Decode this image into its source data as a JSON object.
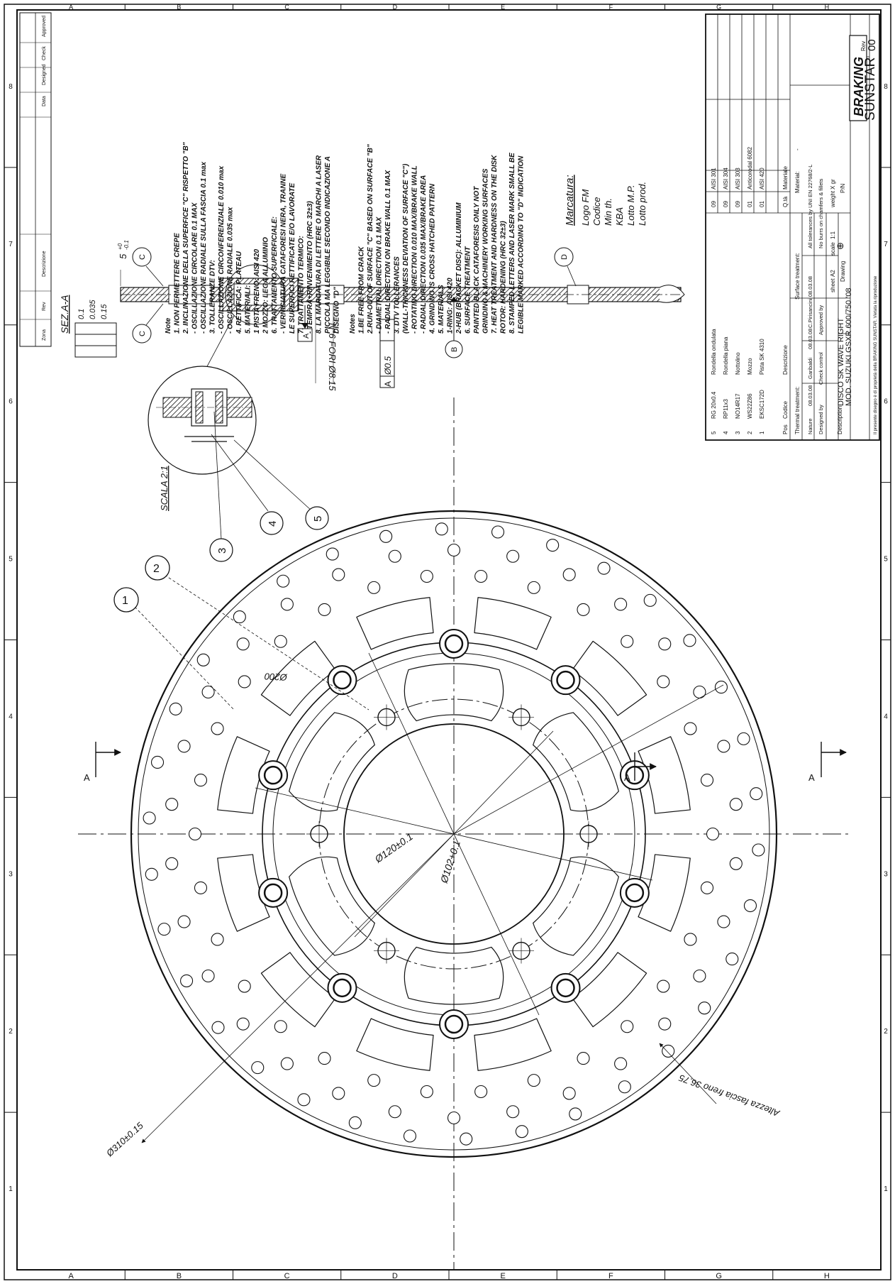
{
  "sheet": {
    "grid_letters": [
      "A",
      "B",
      "C",
      "D",
      "E",
      "F",
      "G",
      "H"
    ],
    "grid_numbers": [
      "1",
      "2",
      "3",
      "4",
      "5",
      "6",
      "7",
      "8"
    ]
  },
  "section": {
    "title": "SEZ.A-A",
    "scale_label": "SCALA 2:1",
    "holes_label": "N°6 FORI Ø8.15",
    "position_tolerance": "Ø0.5",
    "datum_a": "A",
    "datum_b": "B",
    "marker_c": "C",
    "marker_d": "D",
    "thickness": "5",
    "thickness_tol_upper": "+0",
    "thickness_tol_lower": "-0.1",
    "flatness": "0.1",
    "parallelism": "0.035",
    "runout": "0.15",
    "cut_label": "A"
  },
  "balloons": [
    "1",
    "2",
    "3",
    "4",
    "5"
  ],
  "dimensions": {
    "d_outer": "Ø310±0.15",
    "d_200": "Ø200",
    "d_120": "Ø120±0.1",
    "d_102": "Ø102+0.1",
    "brake_band": "Altezza fascia freno 36.75"
  },
  "marking": {
    "title": "Marcatura:",
    "lines": [
      "Logo FM",
      "Codice",
      "Min th.",
      "KBA",
      "Lotto M.P.",
      "Lotto prod."
    ]
  },
  "notes_it": [
    "Note",
    "1. NON PERMETTERE CREPE",
    "2. INCLINAZIONE DELLA SUPERFICE \"C\" RISPETTO \"B\"",
    "   - OSCILLAZIONE CIRCOLARE 0.1 MAX",
    "   - OSCILLAZIONE RADIALE SULLA FASCIA 0.1 max",
    "3. TOLLERANZE DTV:",
    "   - OSCILLAZIONE CIRCONFERENZIALE 0.010 max",
    "   - OSCILLAZIONE RADIALE 0.035 max",
    "4. RETTIFICA: PLATEAU",
    "5. MATERIALI:",
    "   1 PISTA FRENO: AISI 420",
    "   2 MOZZO: LEGA ALLUMINIO",
    "6. TRATTAMENTO SUPERFICIALE:",
    "   - VERNICIATURA CATAFORESI NERA, TRANNE",
    "     LE SUPERFICI RETTIFICATE E/O LAVORATE",
    "7. TRATTAMENTO TERMICO:",
    "   - TEMPRA+RINVENIMENTO (HRC 32±3)",
    "8. LA MARCATURA DI LETTERE O MARCHI A LASER",
    "   PICCOLA MA LEGGIBILE SECONDO INDICAZIONE A",
    "   DISEGNO \"D\""
  ],
  "notes_en": [
    "Notes",
    "1.BE FREE FROM CRACK",
    "2.RUN-OUT OF SURFACE \"C\" BASED ON SURFACE \"B\"",
    "   - DIAMETRAL DIRECTION 0.1 MAX",
    "   - RADIAL DIRECTION ON BRAKE WALL 0.1 MAX",
    "3. DTV TOLLERANCES",
    "   (WALL-THICKNESS DEVIATION OF SURFACE \"C\")",
    "   - ROTATING DIRECTION 0.010 MAX/BRAKE WALL",
    "   - RADIAL DIRECTION 0.035 MAX/BRAKE AREA",
    "4. GRINDING IS CROSS HATCHED PATTERN",
    "5. MATERIALS",
    "   1-RING: AISI 420",
    "   2-HUB (BRACKET DISC): ALLUMINIUM",
    "6. SURFACE TREATMENT",
    "   PAINTED BLACK CATAFORESIS ONLY NOT",
    "   GRINDING & MACHINERY WORKING SURFACES",
    "7. HEAT TREATMENT AND HARDNESS ON THE DISK",
    "   ROTOR: HARDENING (HRC 32±3)",
    "8. STAMPED LETTERS AND LASER MARK SMALL BE",
    "   LEGIBLE MARKED ACCORDING TO \"D\" INDICATION"
  ],
  "revision_header": [
    "Zona",
    "Rev",
    "Descrizione",
    "Data",
    "Designed",
    "Check",
    "Approved"
  ],
  "title_block": {
    "bom": [
      {
        "pos": "5",
        "code": "RG 20x0.4",
        "desc": "Rondella ondulata",
        "qty": "09",
        "mat": "AISI 301"
      },
      {
        "pos": "4",
        "code": "RP11x3",
        "desc": "Rondella piana",
        "qty": "09",
        "mat": "AISI 304"
      },
      {
        "pos": "3",
        "code": "NO14R17",
        "desc": "Nottolino",
        "qty": "09",
        "mat": "AISI 303"
      },
      {
        "pos": "2",
        "code": "WS22Z86",
        "desc": "Mozzo",
        "qty": "01",
        "mat": "Anticorodal 6082"
      },
      {
        "pos": "1",
        "code": "EKSC172D",
        "desc": "Pista SK 4310",
        "qty": "01",
        "mat": "AISI 420"
      }
    ],
    "bom_header": {
      "pos": "Pos",
      "code": "Codice",
      "desc": "Descrizione",
      "qty": "Q.tà",
      "mat": "Materiale"
    },
    "thermal": "Thermal treatment:",
    "surface": "Surface treatment:",
    "material": "Material:",
    "material_value": "-",
    "name_label": "Nature",
    "date_drawn": "08.03.08",
    "drawn_by": "Garibaldi",
    "date_check": "08.03.08",
    "checked_by": "C.Pirisancini 08.03.08",
    "drawn_label": "Designed by",
    "checked_label": "Check control",
    "approved_label": "Approved by",
    "tolerance_note_1": "All tolerances by UNI EN 22768/2-L",
    "tolerance_note_2": "No burrs on chamfers & fillets",
    "sheet_label": "sheet",
    "sheet_size": "A2",
    "scale_label": "scale",
    "scale_value": "1:1",
    "weight_label": "weight",
    "weight_value": "X gr",
    "drawing_label": "Drawing",
    "pn_label": "P/N",
    "description_label": "Description",
    "desc_line_1": "DISCO SK WAVE RIGHT",
    "desc_line_2": "MOD. SUZUKI GSXR 600/750 '08",
    "brand_top": "BRAKING",
    "brand_bottom": "SUNSTAR",
    "rev_label": "Rev",
    "rev_value": "00",
    "footer": "Il presente disegno è di proprietà della BRAKING SUNSTAR. Vietata la riproduzione"
  }
}
